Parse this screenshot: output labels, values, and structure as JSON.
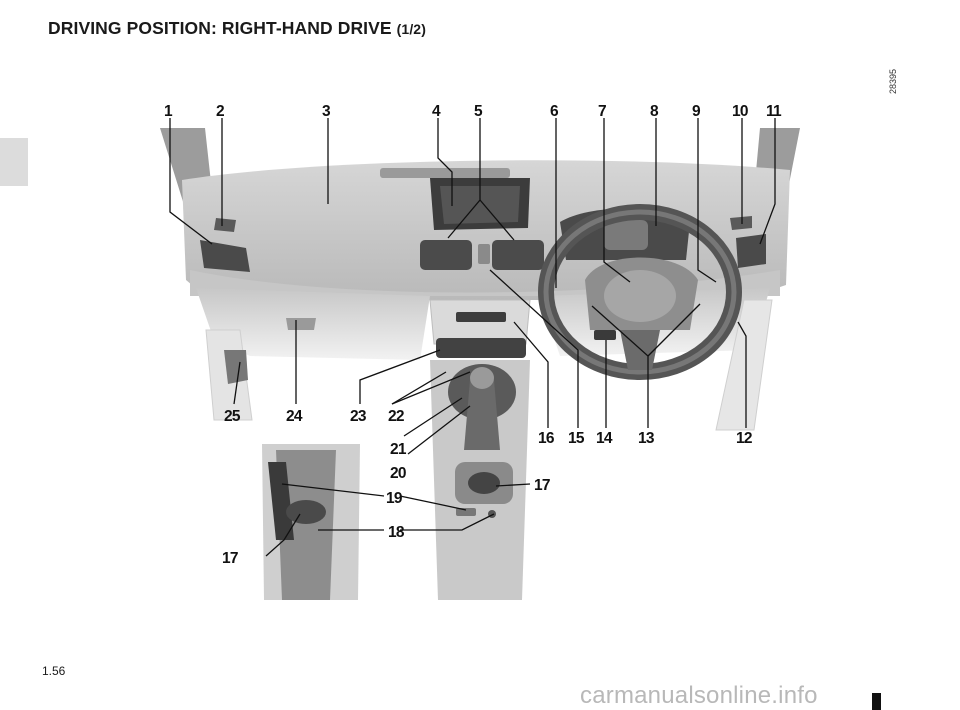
{
  "page": {
    "title": "DRIVING POSITION: RIGHT-HAND DRIVE",
    "title_part": "(1/2)",
    "page_number": "1.56",
    "ref_code": "28395",
    "footer_url": "carmanualsonline.info"
  },
  "figure": {
    "callouts": [
      "1",
      "2",
      "3",
      "4",
      "5",
      "6",
      "7",
      "8",
      "9",
      "10",
      "11",
      "12",
      "13",
      "14",
      "15",
      "16",
      "17",
      "17",
      "18",
      "19",
      "20",
      "21",
      "22",
      "23",
      "24",
      "25"
    ]
  }
}
